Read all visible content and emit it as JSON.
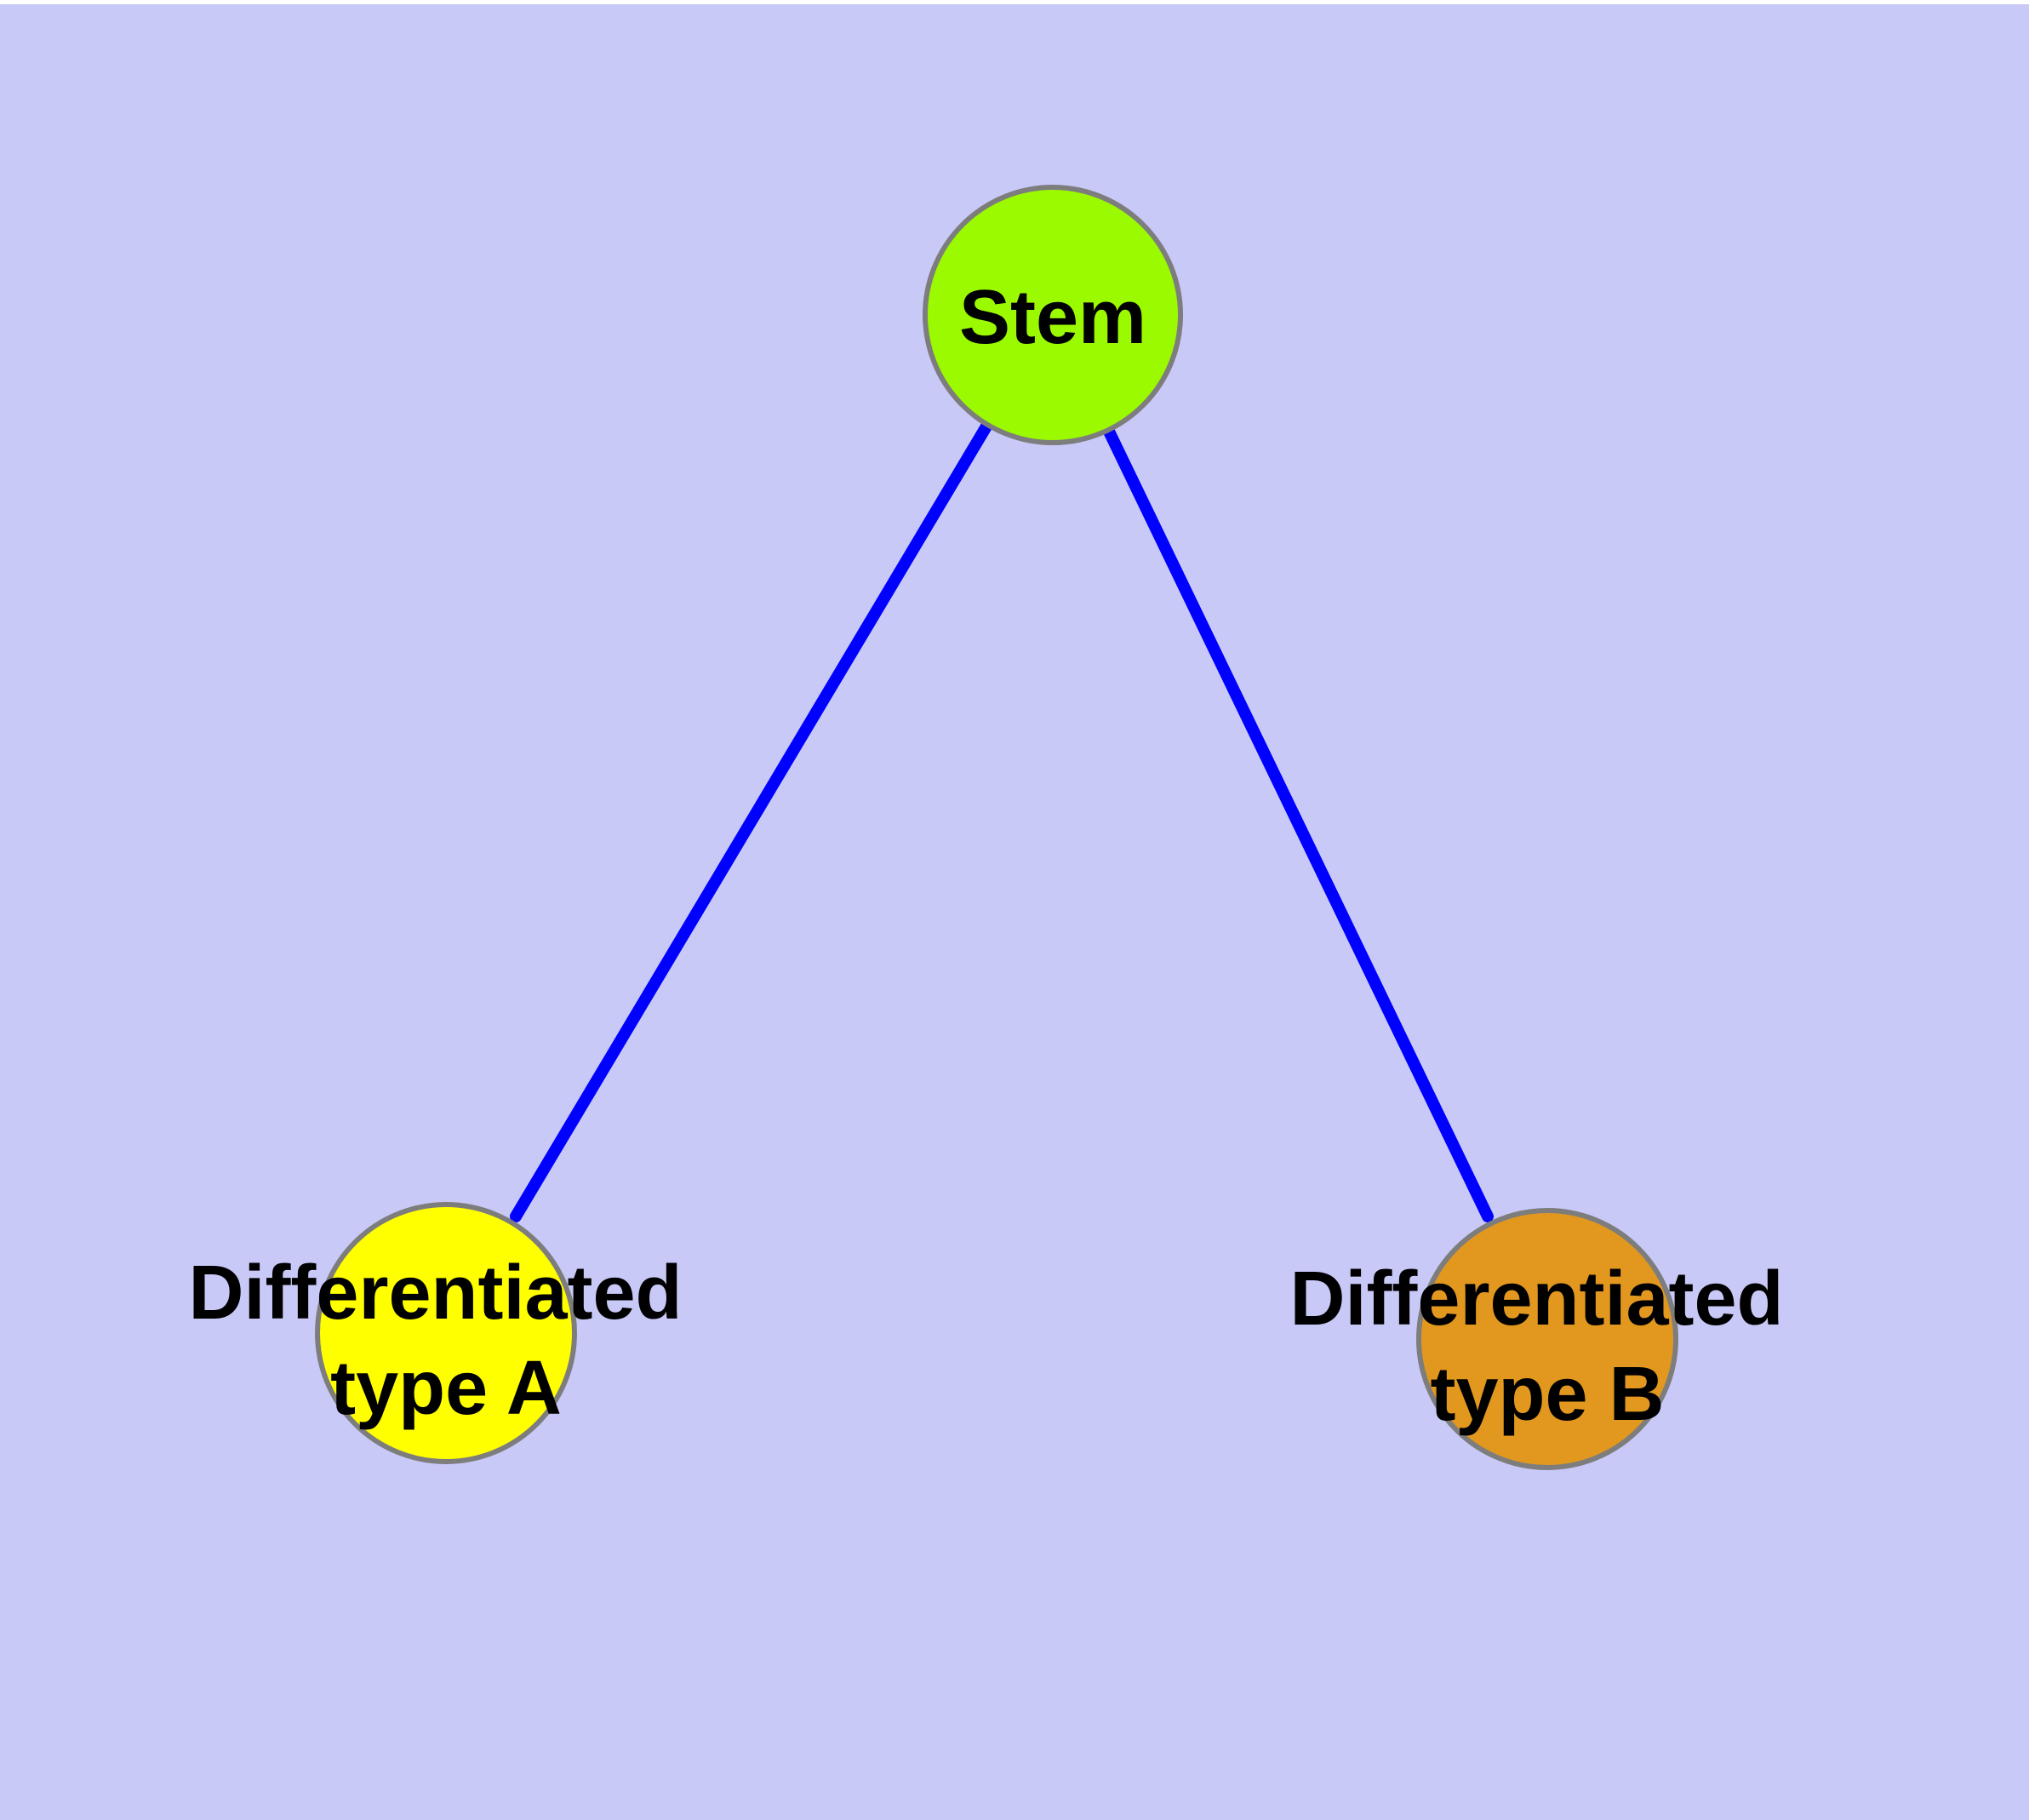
{
  "diagram": {
    "background_color": "#c9c9f8",
    "top_margin_color": "#ffffff",
    "edge_color": "#0000ff",
    "node_border_color": "#7d7d7d",
    "label_color": "#000000",
    "nodes": [
      {
        "id": "stem",
        "label": "Stem",
        "label_lines": [
          "Stem"
        ],
        "color": "#9bfa00"
      },
      {
        "id": "differentiated-type-a",
        "label": "Differentiated type A",
        "label_lines": [
          "Differentiated",
          "type A"
        ],
        "color": "#ffff00"
      },
      {
        "id": "differentiated-type-b",
        "label": "Differentiated type B",
        "label_lines": [
          "Differentiated",
          "type B"
        ],
        "color": "#e2981f"
      }
    ],
    "edges": [
      {
        "from": "Stem",
        "to": "Differentiated type A"
      },
      {
        "from": "Stem",
        "to": "Differentiated type B"
      }
    ]
  }
}
